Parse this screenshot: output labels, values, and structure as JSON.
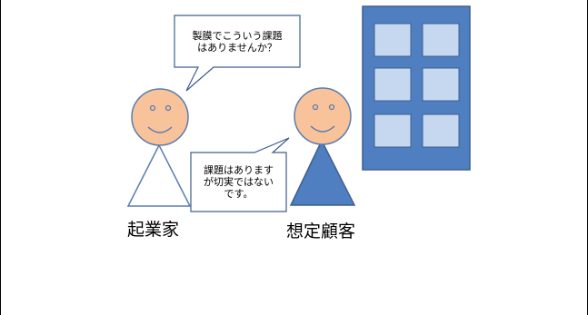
{
  "entrepreneur": {
    "question": "製膜でこういう課題\nはありませんか？",
    "label": "起業家"
  },
  "customer": {
    "answer": "課題はあります\nが切実ではない\nです。",
    "label": "想定顧客"
  },
  "colors": {
    "face": "#f8c39a",
    "faceStroke": "#5a7db0",
    "building": "#4f7fc0",
    "window": "#c5d8f0",
    "customerBody": "#4f7fc0",
    "bubbleStroke": "#3d5f8f"
  }
}
